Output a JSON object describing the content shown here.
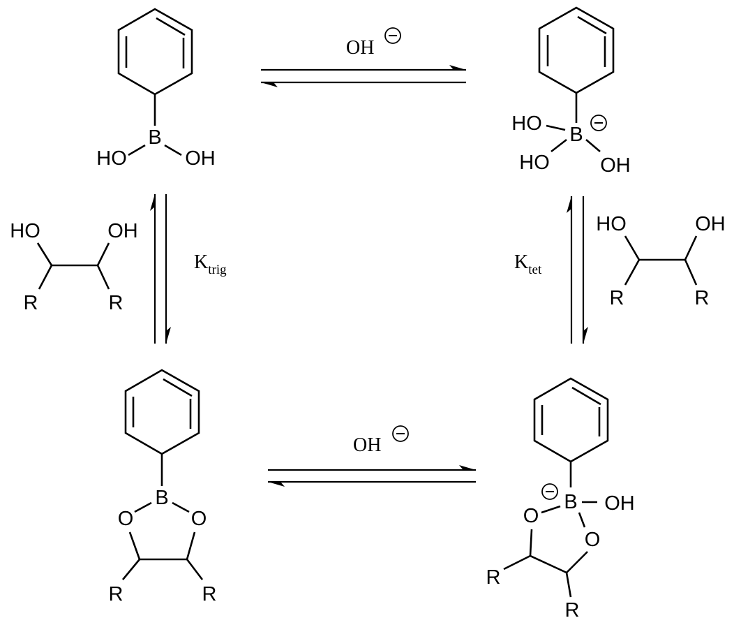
{
  "diagram": {
    "type": "reaction-scheme",
    "reagents": {
      "top": "OH",
      "bottom": "OH",
      "charge": "−"
    },
    "constants": {
      "left_main": "K",
      "left_sub": "trig",
      "right_main": "K",
      "right_sub": "tet"
    },
    "atoms": {
      "ho": "HO",
      "oh": "OH",
      "b": "B",
      "o": "O",
      "r": "R"
    },
    "colors": {
      "ink": "#000000",
      "background": "#ffffff"
    }
  }
}
